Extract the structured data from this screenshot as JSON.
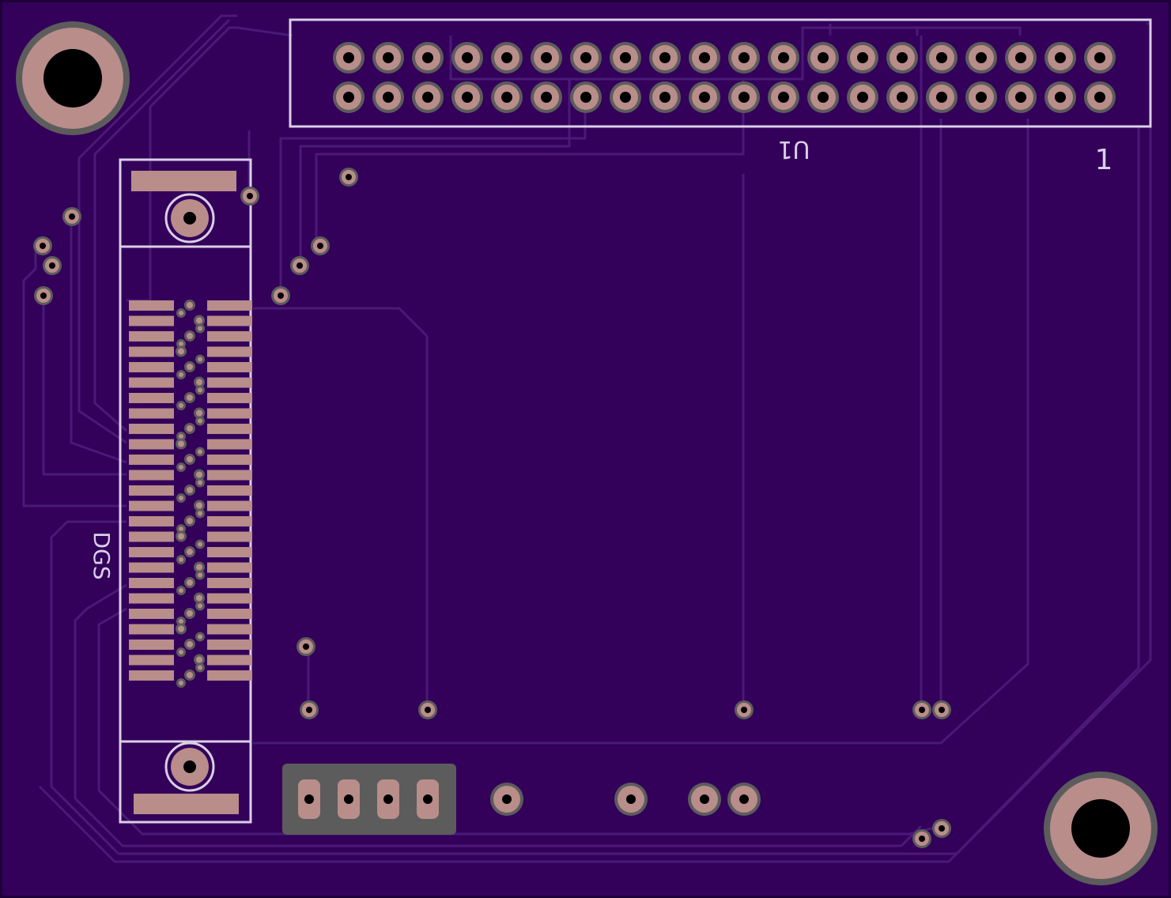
{
  "board": {
    "colors": {
      "substrate": "#33005a",
      "edge": "#1e0038",
      "trace": "#4a1a78",
      "pad": "#b88d8a",
      "pad_ring": "#5c5c5c",
      "silk": "#d9cfe6",
      "drill": "#000000"
    }
  },
  "labels": {
    "header_ref": "U1",
    "header_pin1": "1",
    "connector_ref": "DGS"
  },
  "header": {
    "rows": 2,
    "pins_per_row": 20
  },
  "jumper": {
    "pins": 4
  },
  "edge_connector": {
    "pads_per_side": 25
  }
}
